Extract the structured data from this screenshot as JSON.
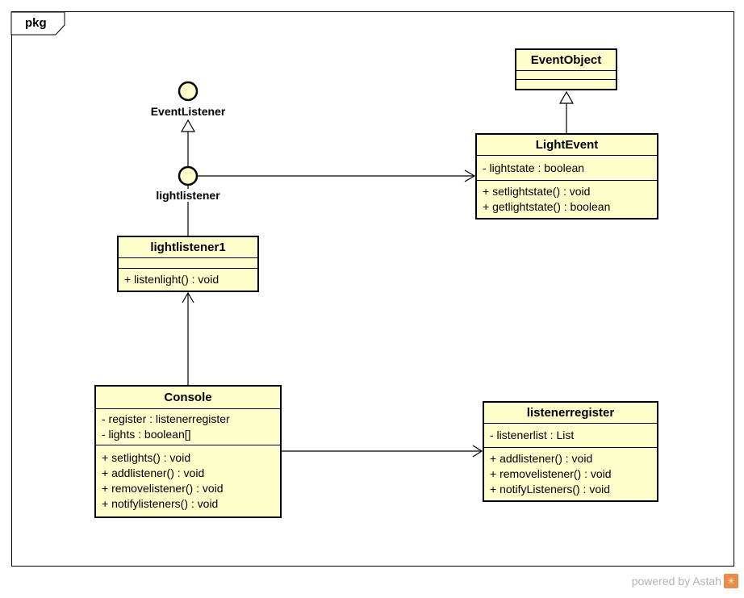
{
  "frame": {
    "tab_label": "pkg"
  },
  "colors": {
    "class_fill": "#FFFFCC",
    "border": "#000000",
    "background": "#FFFFFF",
    "watermark_text": "#B9B2B2",
    "logo_orange": "#EA8C45"
  },
  "interfaces": [
    {
      "name": "EventListener"
    },
    {
      "name": "lightlistener"
    }
  ],
  "classes": {
    "event_object": {
      "name": "EventObject",
      "attributes": [],
      "operations": []
    },
    "light_event": {
      "name": "LightEvent",
      "attributes": [
        "- lightstate : boolean"
      ],
      "operations": [
        "+ setlightstate() : void",
        "+ getlightstate() : boolean"
      ]
    },
    "lightlistener1": {
      "name": "lightlistener1",
      "attributes": [],
      "operations": [
        "+ listenlight() : void"
      ]
    },
    "console": {
      "name": "Console",
      "attributes": [
        "- register : listenerregister",
        "- lights : boolean[]"
      ],
      "operations": [
        "+ setlights() : void",
        "+ addlistener() : void",
        "+ removelistener() : void",
        "+ notifylisteners() : void"
      ]
    },
    "listenerregister": {
      "name": "listenerregister",
      "attributes": [
        "- listenerlist : List"
      ],
      "operations": [
        "+ addlistener() : void",
        "+ removelistener() : void",
        "+ notifyListeners() : void"
      ]
    }
  },
  "relationships": [
    {
      "from": "LightEvent",
      "to": "EventObject",
      "type": "generalization"
    },
    {
      "from": "lightlistener",
      "to": "EventListener",
      "type": "generalization"
    },
    {
      "from": "lightlistener1",
      "to": "lightlistener",
      "type": "interface-realization"
    },
    {
      "from": "lightlistener",
      "to": "LightEvent",
      "type": "directed-association"
    },
    {
      "from": "Console",
      "to": "lightlistener1",
      "type": "directed-association"
    },
    {
      "from": "Console",
      "to": "listenerregister",
      "type": "directed-association"
    }
  ],
  "watermark": {
    "text": "powered by Astah",
    "logo_glyph": "✳"
  }
}
